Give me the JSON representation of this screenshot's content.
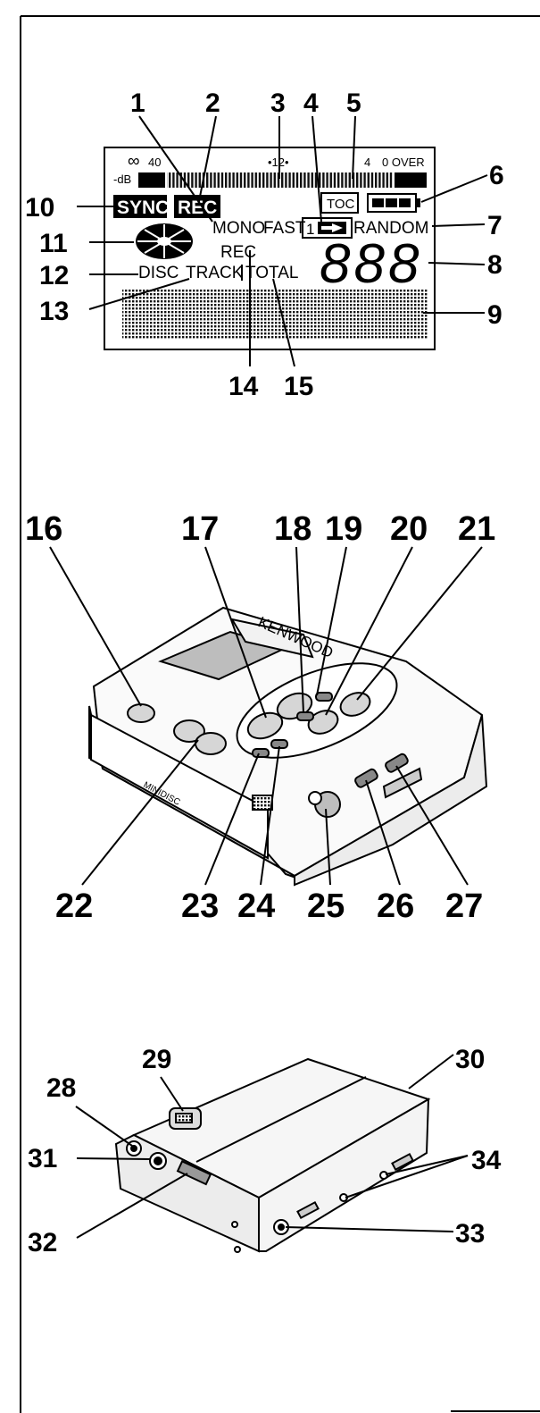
{
  "display_panel": {
    "callouts": [
      "1",
      "2",
      "3",
      "4",
      "5",
      "6",
      "7",
      "8",
      "9",
      "10",
      "11",
      "12",
      "13",
      "14",
      "15"
    ],
    "lcd": {
      "level_inf": "∞",
      "level_40": "40",
      "level_12": "•12•",
      "level_4": "4",
      "level_0_over": "0 OVER",
      "db": "-dB",
      "sync": "SYNC",
      "rec_badge": "REC",
      "toc": "TOC",
      "mono": "MONO",
      "fast": "FAST",
      "repeat_1": "1",
      "random": "RANDOM",
      "rec": "REC",
      "disc": "DISC",
      "track": "TRACK",
      "total": "TOTAL",
      "digits": "888"
    }
  },
  "front_panel": {
    "callouts": [
      "16",
      "17",
      "18",
      "19",
      "20",
      "21",
      "22",
      "23",
      "24",
      "25",
      "26",
      "27"
    ],
    "brand": "KENWOOD",
    "slot_label": "MINIDISC"
  },
  "rear_panel": {
    "callouts": [
      "28",
      "29",
      "30",
      "31",
      "32",
      "33",
      "34"
    ]
  }
}
